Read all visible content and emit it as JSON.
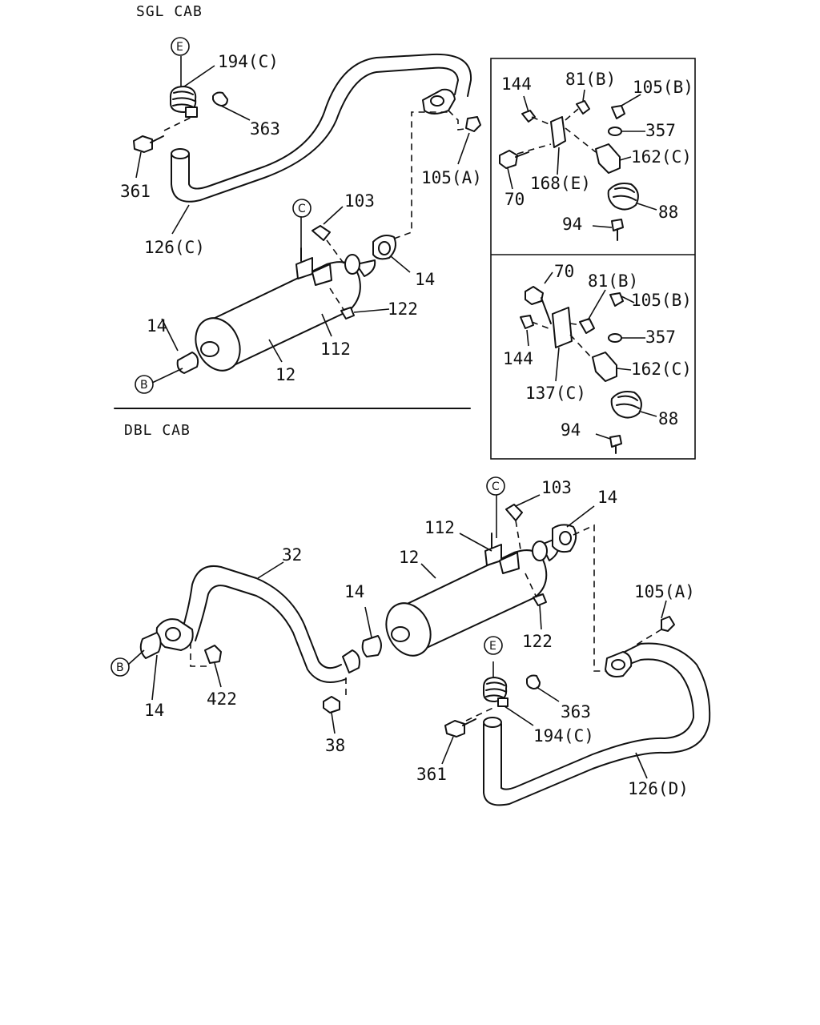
{
  "sections": {
    "single_cab": "SGL CAB",
    "double_cab": "DBL CAB"
  },
  "refs": {
    "B": "B",
    "C": "C",
    "E": "E"
  },
  "labels": {
    "s_194c": "194(C)",
    "s_363": "363",
    "s_361": "361",
    "s_126c": "126(C)",
    "s_105a": "105(A)",
    "s_103": "103",
    "s_14a": "14",
    "s_122": "122",
    "s_112": "112",
    "s_12": "12",
    "s_14b": "14",
    "i1_144": "144",
    "i1_81b": "81(B)",
    "i1_105b": "105(B)",
    "i1_357": "357",
    "i1_162c": "162(C)",
    "i1_70": "70",
    "i1_168e": "168(E)",
    "i1_88": "88",
    "i1_94": "94",
    "i2_70": "70",
    "i2_81b": "81(B)",
    "i2_105b": "105(B)",
    "i2_357": "357",
    "i2_144": "144",
    "i2_162c": "162(C)",
    "i2_137c": "137(C)",
    "i2_88": "88",
    "i2_94": "94",
    "d_103": "103",
    "d_14a": "14",
    "d_112": "112",
    "d_12": "12",
    "d_32": "32",
    "d_14b": "14",
    "d_105a": "105(A)",
    "d_122": "122",
    "d_14c": "14",
    "d_422": "422",
    "d_38": "38",
    "d_363": "363",
    "d_194c": "194(C)",
    "d_361": "361",
    "d_126d": "126(D)"
  }
}
